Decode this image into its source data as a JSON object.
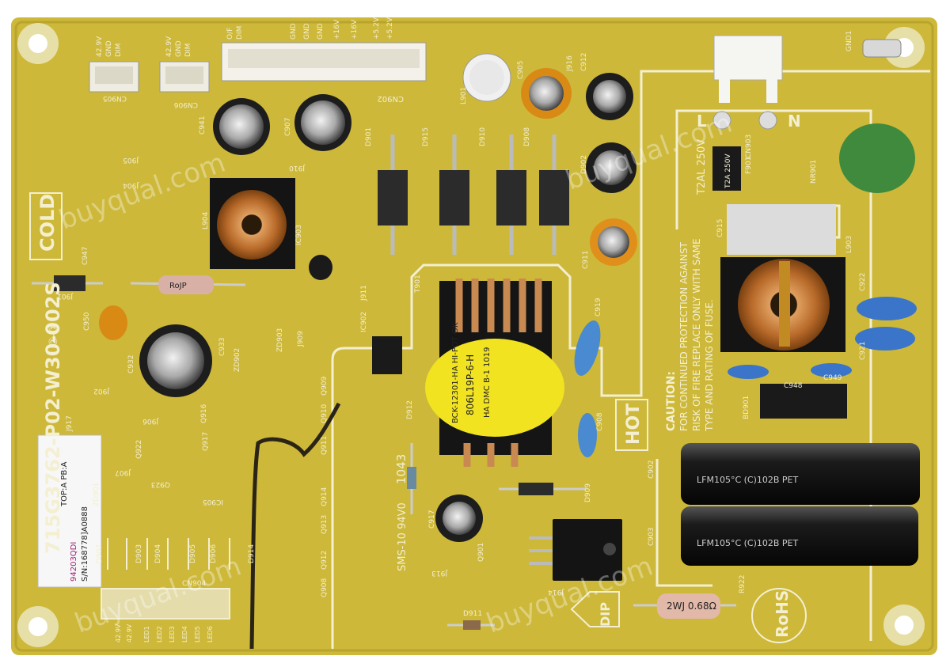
{
  "board": {
    "part_number": "715G3762-P02-W30-002S",
    "cold_label": "COLD",
    "hot_label": "HOT",
    "dip_label": "DIP",
    "rohs_label": "RoHS",
    "circle_marks": "②-①",
    "fuse_rating": "T2AL 250V",
    "fuse_body": "T2A 250V",
    "pcb_material": "SMS-10 94V0",
    "date_code": "1043",
    "caution_lines": [
      "CAUTION:",
      "FOR CONTINUED PROTECTION AGAINST",
      "RISK OF FIRE REPLACE ONLY WITH SAME",
      "TYPE AND RATING OF FUSE."
    ],
    "transformer_label": [
      "BCK-12301-HA HI-POT OK",
      "806L19P-6-H",
      "HA DMC B-1 1019"
    ],
    "bulk_cap_text": "LFM105°C (C)102B PET",
    "resistor_codes": [
      "2WJ 0.68Ω",
      "RoJP"
    ],
    "line_label": "L",
    "neutral_label": "N",
    "gnd_label": "GND1"
  },
  "connectors": {
    "cn905": {
      "ref": "CN905",
      "pins": [
        "42.9V",
        "GND",
        "DIM"
      ]
    },
    "cn906": {
      "ref": "CN906",
      "pins": [
        "42.9V",
        "GND",
        "DIM"
      ]
    },
    "cn902": {
      "ref": "CN902",
      "pins": [
        "O/F",
        "DIM",
        "GND",
        "GND",
        "GND",
        "+16V",
        "+16V",
        "+5.2V",
        "+5.2V"
      ]
    },
    "cn903": {
      "ref": "CN903"
    },
    "cn904": {
      "ref": "CN904",
      "pins": [
        "42.9V",
        "42.9V",
        "LED1",
        "LED2",
        "LED3",
        "LED4",
        "LED5",
        "LED6"
      ]
    }
  },
  "sticker": {
    "line1": "TOP:A PB:A",
    "line2": "S/N:168778]A0888",
    "line3": "94203QDI"
  },
  "refs": [
    "C941",
    "C907",
    "J910",
    "J905",
    "J904",
    "L904",
    "IC903",
    "C947",
    "J901",
    "C950",
    "C932",
    "J902",
    "J906",
    "J907",
    "Q922",
    "Q923",
    "IC905",
    "ZD901",
    "D907",
    "D903",
    "D904",
    "D905",
    "D906",
    "D914",
    "Q916",
    "Q917",
    "Q909",
    "Q910",
    "Q911",
    "Q913",
    "Q914",
    "Q912",
    "Q908",
    "ZD902",
    "ZD903",
    "J909",
    "C933",
    "J911",
    "IC902",
    "D901",
    "D915",
    "D910",
    "D908",
    "L901",
    "C905",
    "J916",
    "C912",
    "D902",
    "C911",
    "T901",
    "C919",
    "C908",
    "D912",
    "D909",
    "C917",
    "Q901",
    "J913",
    "J914",
    "D911",
    "F901",
    "NR901",
    "C915",
    "L903",
    "C922",
    "C921",
    "C948",
    "C949",
    "BD901",
    "C902",
    "C903",
    "R922",
    "J917"
  ],
  "watermark": "buyqual.com",
  "colors": {
    "pcb": "#cdb83a",
    "silkscreen": "#f3efd0",
    "bulk_cap": "#1a1a1a",
    "copper_coil": "#c97a3a",
    "nr901": "#3f8a3d"
  }
}
